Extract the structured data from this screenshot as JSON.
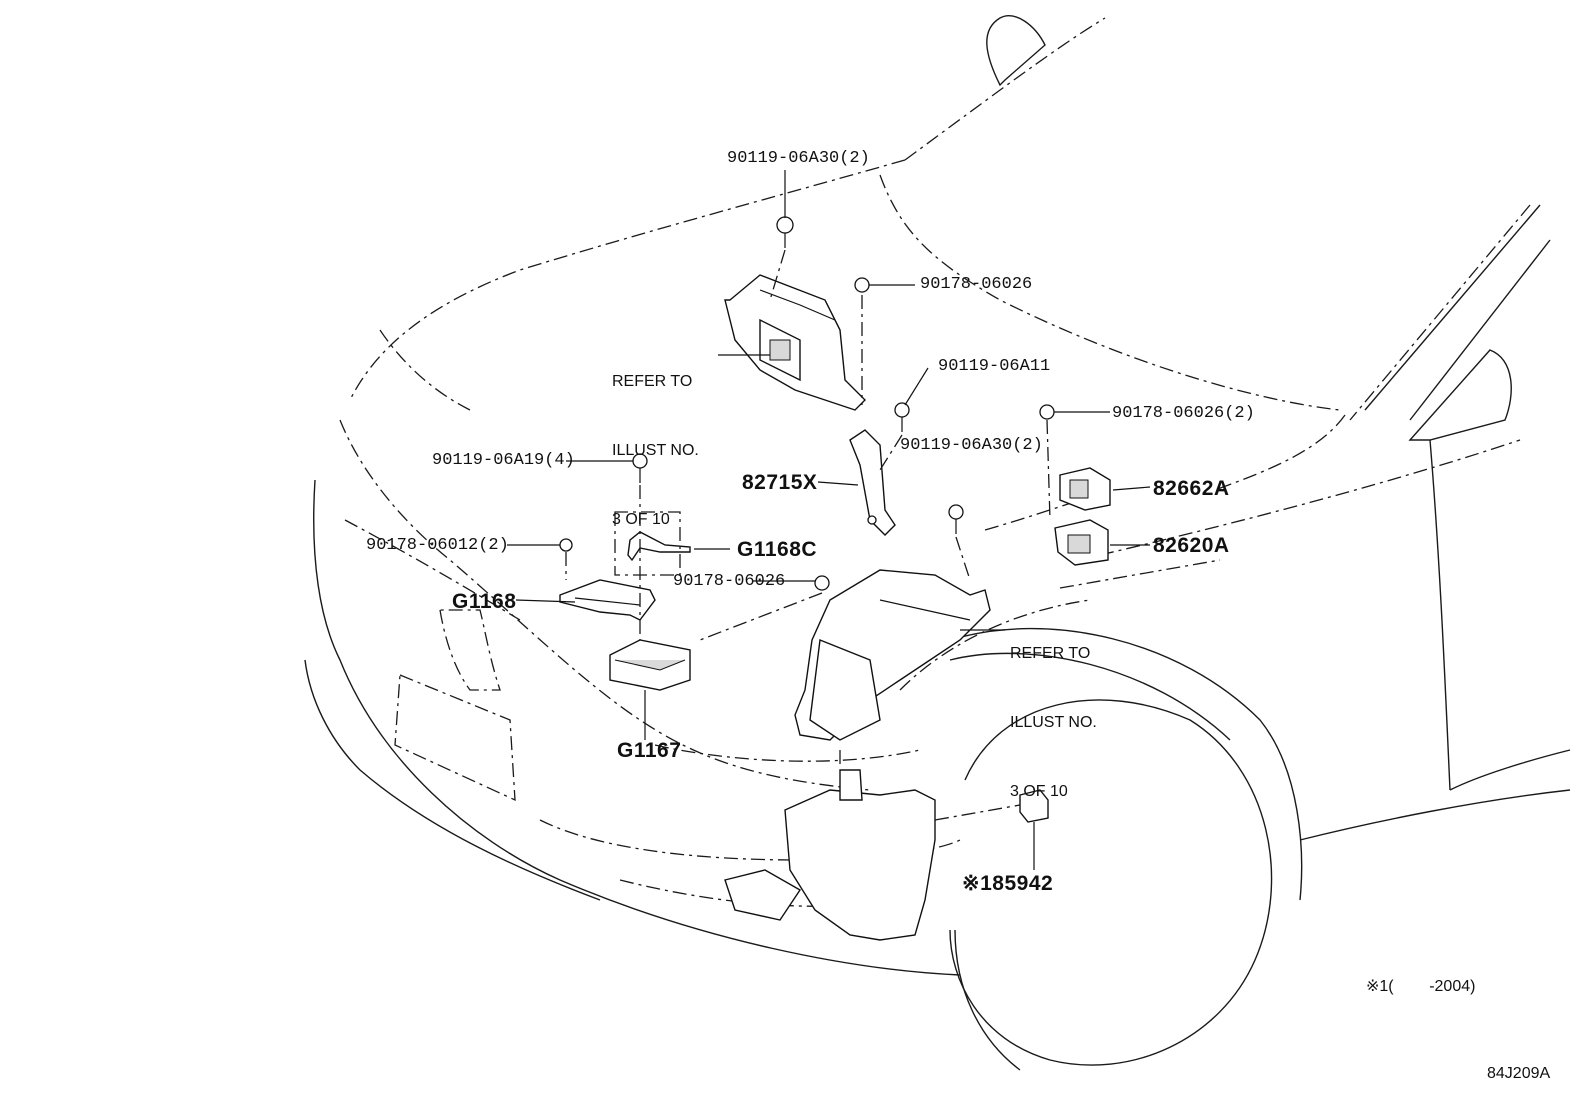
{
  "labels": {
    "p1": "90119-06A30(2)",
    "p2": "90178-06026",
    "p3": "90119-06A11",
    "p4": "90178-06026(2)",
    "p5": "90119-06A30(2)",
    "p6": "90119-06A19(4)",
    "p7": "90178-06012(2)",
    "p8": "90178-06026",
    "p9": "82715X",
    "p10": "82662A",
    "p11": "82620A",
    "p12": "G1168C",
    "p13": "G1168",
    "p14": "G1167",
    "p15": "※185942"
  },
  "notes": {
    "refer_upper": [
      "REFER TO",
      "ILLUST NO.",
      "3 OF 10"
    ],
    "refer_lower": [
      "REFER TO",
      "ILLUST NO.",
      "3 OF 10"
    ],
    "footnote": "※1(        -2004)",
    "figure_code": "84J209A"
  }
}
